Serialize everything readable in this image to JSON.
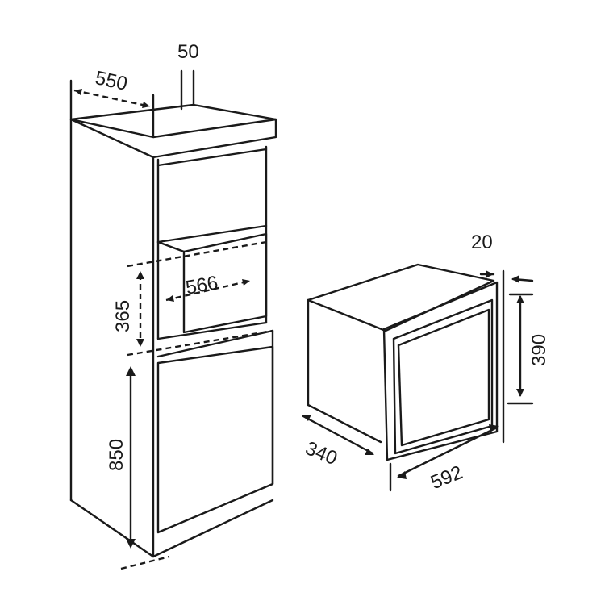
{
  "dimensions": {
    "cabinet_depth": "550",
    "vent_gap": "50",
    "niche_width": "566",
    "niche_height": "365",
    "base_height": "850",
    "frame_thickness": "20",
    "appliance_height": "390",
    "appliance_depth": "340",
    "appliance_width": "592"
  },
  "colors": {
    "line": "#1a1a1a",
    "background": "#ffffff"
  }
}
